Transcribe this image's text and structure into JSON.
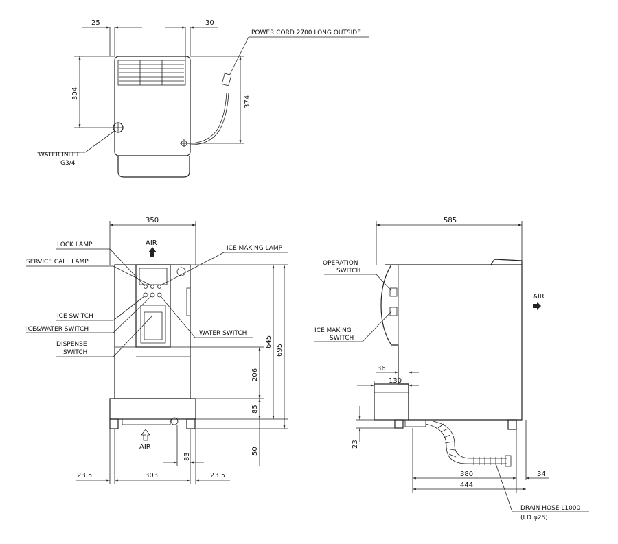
{
  "top_view": {
    "dim_left_offset": "25",
    "dim_right_offset": "30",
    "dim_height_inlet": "304",
    "dim_height_cord": "374",
    "power_cord_label": "POWER CORD 2700 LONG OUTSIDE",
    "water_inlet_label_1": "WATER INLET",
    "water_inlet_label_2": "G3/4"
  },
  "front_view": {
    "dim_width": "350",
    "air_top": "AIR",
    "air_bottom": "AIR",
    "lock_lamp": "LOCK LAMP",
    "service_call_lamp": "SERVICE CALL LAMP",
    "ice_switch": "ICE SWITCH",
    "ice_water_switch": "ICE&WATER SWITCH",
    "dispense_switch_1": "DISPENSE",
    "dispense_switch_2": "SWITCH",
    "ice_making_lamp": "ICE MAKING LAMP",
    "water_switch": "WATER SWITCH",
    "dim_645": "645",
    "dim_695": "695",
    "dim_206": "206",
    "dim_85": "85",
    "dim_50": "50",
    "dim_83": "83",
    "dim_left_margin": "23.5",
    "dim_base_width": "303",
    "dim_right_margin": "23.5"
  },
  "side_view": {
    "dim_depth": "585",
    "operation_switch_1": "OPERATION",
    "operation_switch_2": "SWITCH",
    "ice_making_switch_1": "ICE MAKING",
    "ice_making_switch_2": "SWITCH",
    "air": "AIR",
    "dim_36": "36",
    "dim_130": "130",
    "dim_23": "23",
    "dim_380": "380",
    "dim_34": "34",
    "dim_444": "444",
    "drain_hose_1": "DRAIN HOSE L1000",
    "drain_hose_2": "(I.D.φ25)"
  }
}
